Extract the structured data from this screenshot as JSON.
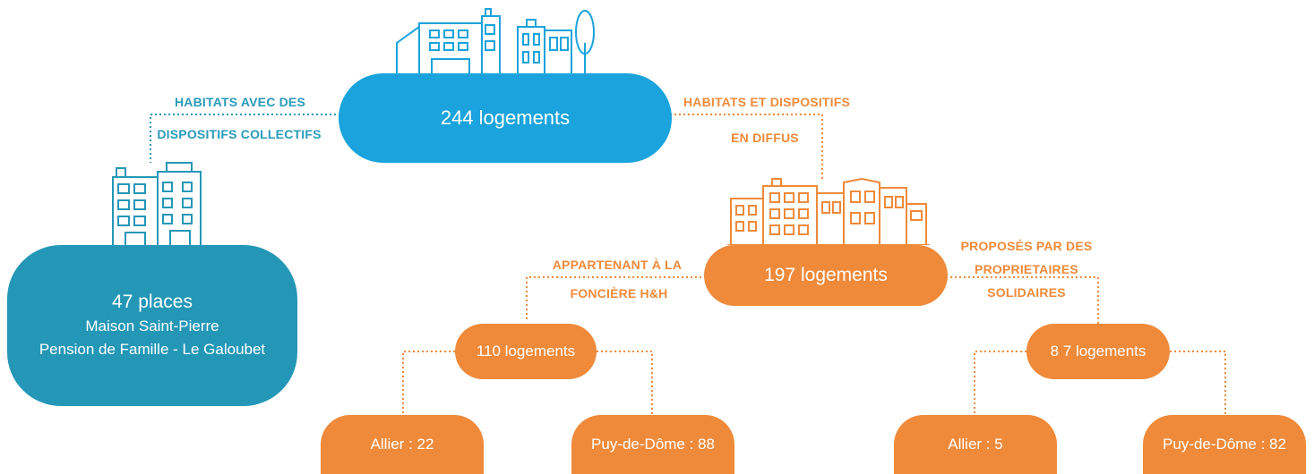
{
  "colors": {
    "blue": "#1aa3dc",
    "teal": "#2497b7",
    "orange": "#ef8a3a",
    "teal_text": "#2a9ab9"
  },
  "root": {
    "label": "244 logements"
  },
  "branch_left": {
    "label_line1": "HABITATS AVEC DES",
    "label_line2": "DISPOSITIFS COLLECTIFS",
    "node": {
      "title": "47 places",
      "line2": "Maison Saint-Pierre",
      "line3": "Pension de Famille - Le Galoubet"
    }
  },
  "branch_right": {
    "label_line1": "HABITATS ET DISPOSITIFS",
    "label_line2": "EN DIFFUS",
    "node": {
      "label": "197 logements"
    },
    "sub_left": {
      "label_line1": "APPARTENANT À LA",
      "label_line2": "FONCIÈRE H&H",
      "node": {
        "label": "110 logements"
      },
      "leaves": [
        {
          "label": "Allier : 22"
        },
        {
          "label": "Puy-de-Dôme : 88"
        }
      ]
    },
    "sub_right": {
      "label_line1": "PROPOSÉS PAR DES",
      "label_line2": "PROPRIETAIRES",
      "label_line3": "SOLIDAIRES",
      "node": {
        "label": "8 7 logements"
      },
      "leaves": [
        {
          "label": "Allier : 5"
        },
        {
          "label": "Puy-de-Dôme : 82"
        }
      ]
    }
  },
  "icons": [
    "buildings-blue-icon",
    "building-teal-icon",
    "buildings-orange-icon"
  ]
}
